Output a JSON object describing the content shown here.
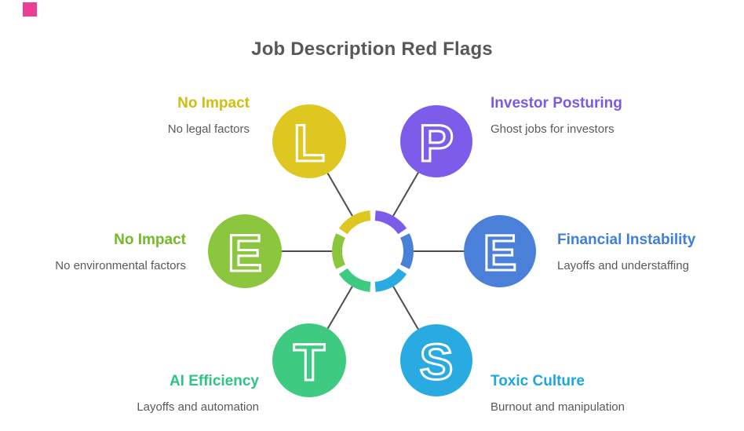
{
  "title": "Job Description Red Flags",
  "title_color": "#58585A",
  "subtitle_color": "#595959",
  "line_color": "#4D4D4D",
  "brand_square_color": "#EE3D96",
  "ring_segments": {
    "top_right": "#7C5CE8",
    "right": "#4A80D8",
    "bottom_right": "#29ABE2",
    "bottom_left": "#3FCA82",
    "left": "#8CC63F",
    "top_left": "#DFC722"
  },
  "nodes": [
    {
      "letter": "L",
      "circle_color": "#DFC722",
      "label": "No Impact",
      "label_color": "#D2BD11",
      "sublabel": "No legal factors",
      "position": "top-left"
    },
    {
      "letter": "P",
      "circle_color": "#7C5CE8",
      "label": "Investor Posturing",
      "label_color": "#7A59E6",
      "sublabel": "Ghost jobs for investors",
      "position": "top-right"
    },
    {
      "letter": "E",
      "circle_color": "#8CC63F",
      "label": "No Impact",
      "label_color": "#72BB26",
      "sublabel": "No environmental factors",
      "position": "middle-left"
    },
    {
      "letter": "E",
      "circle_color": "#4A80D8",
      "label": "Financial Instability",
      "label_color": "#3E7EDE",
      "sublabel": "Layoffs and understaffing",
      "position": "middle-right"
    },
    {
      "letter": "T",
      "circle_color": "#3FCA82",
      "label": "AI Efficiency",
      "label_color": "#2EC584",
      "sublabel": "Layoffs and automation",
      "position": "bottom-left"
    },
    {
      "letter": "S",
      "circle_color": "#29ABE2",
      "label": "Toxic Culture",
      "label_color": "#1DA7E0",
      "sublabel": "Burnout and manipulation",
      "position": "bottom-right"
    }
  ]
}
